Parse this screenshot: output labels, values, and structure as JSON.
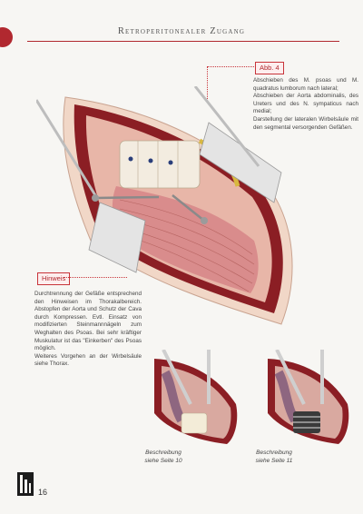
{
  "header": {
    "title": "Retroperitonealer Zugang"
  },
  "figure": {
    "label": "Abb. 4",
    "description": [
      "Abschieben des M. psoas und M. quadratus lumborum nach lateral;",
      "Abschieben der Aorta abdominalis, des Ureters und des N. sympaticus nach medial;",
      "Darstellung der lateralen Wirbelsäule mit den segmental versorgenden Gefäßen."
    ]
  },
  "hinweis": {
    "label": "Hinweis",
    "text": [
      "Durchtrennung der Gefäße entsprechend den Hinweisen im Thorakalbereich. Abstopfen der Aorta und Schutz der Cava durch Kompressen. Evtl. Einsatz von modifizierten Steinmannnägeln zum Weghalten des Psoas. Bei sehr kräftiger Muskulatur ist das \"Einkerben\" des Psoas möglich.",
      "Weiteres Vorgehen an der Wirbelsäule siehe Thorax."
    ]
  },
  "captions": {
    "left": [
      "Beschreibung",
      "siehe Seite 10"
    ],
    "right": [
      "Beschreibung",
      "siehe Seite 11"
    ]
  },
  "footer": {
    "page_number": "16"
  },
  "colors": {
    "accent": "#b1282f",
    "muscle": "#d98c8c",
    "tissue": "#8b1e24"
  }
}
